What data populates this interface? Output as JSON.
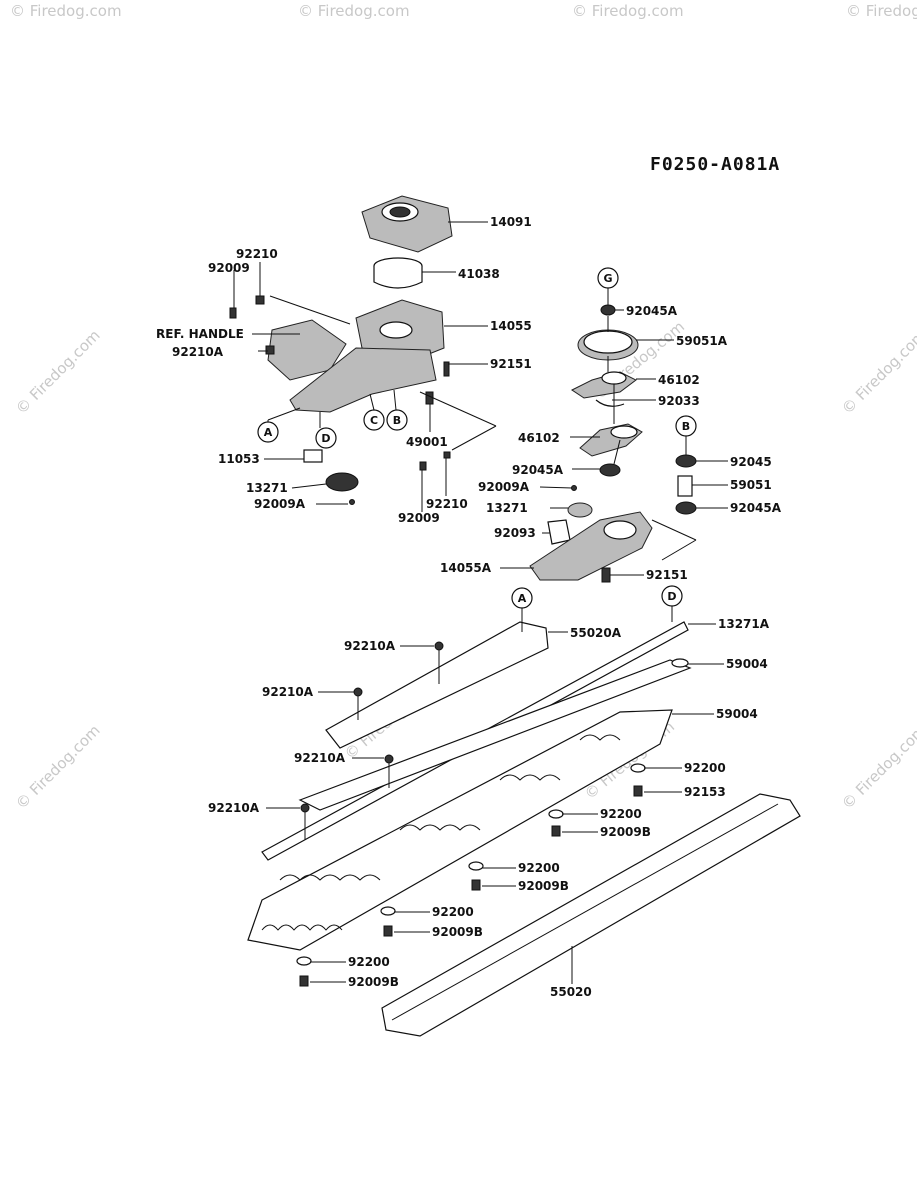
{
  "diagram_code": "F0250-A081A",
  "watermark_text": "© Firedog.com",
  "part_labels": {
    "l_14091": "14091",
    "l_92210_top": "92210",
    "l_92009_top": "92009",
    "l_41038": "41038",
    "l_ref_handle": "REF. HANDLE",
    "l_14055": "14055",
    "l_92210A_left": "92210A",
    "l_92151_top": "92151",
    "l_49001": "49001",
    "l_11053": "11053",
    "l_13271_left": "13271",
    "l_92009A_left": "92009A",
    "l_92210_mid": "92210",
    "l_92009_mid": "92009",
    "l_92045A_top": "92045A",
    "l_59051A": "59051A",
    "l_46102_right": "46102",
    "l_92033": "92033",
    "l_46102_left": "46102",
    "l_92045": "92045",
    "l_92045A_mid": "92045A",
    "l_59051": "59051",
    "l_92009A_mid": "92009A",
    "l_13271_mid": "13271",
    "l_92045A_right": "92045A",
    "l_92093": "92093",
    "l_14055A": "14055A",
    "l_92151_bottom": "92151",
    "l_55020A": "55020A",
    "l_13271A": "13271A",
    "l_92210A_1": "92210A",
    "l_59004_1": "59004",
    "l_92210A_2": "92210A",
    "l_59004_2": "59004",
    "l_92210A_3": "92210A",
    "l_92200_1": "92200",
    "l_92153": "92153",
    "l_92210A_4": "92210A",
    "l_92200_2": "92200",
    "l_92009B_1": "92009B",
    "l_92200_3": "92200",
    "l_92009B_2": "92009B",
    "l_92200_4": "92200",
    "l_92009B_3": "92009B",
    "l_92200_5": "92200",
    "l_92009B_4": "92009B",
    "l_55020": "55020"
  },
  "callouts": {
    "A1": "A",
    "A2": "A",
    "B1": "B",
    "B2": "B",
    "C1": "C",
    "D1": "D",
    "D2": "D",
    "G1": "G"
  }
}
